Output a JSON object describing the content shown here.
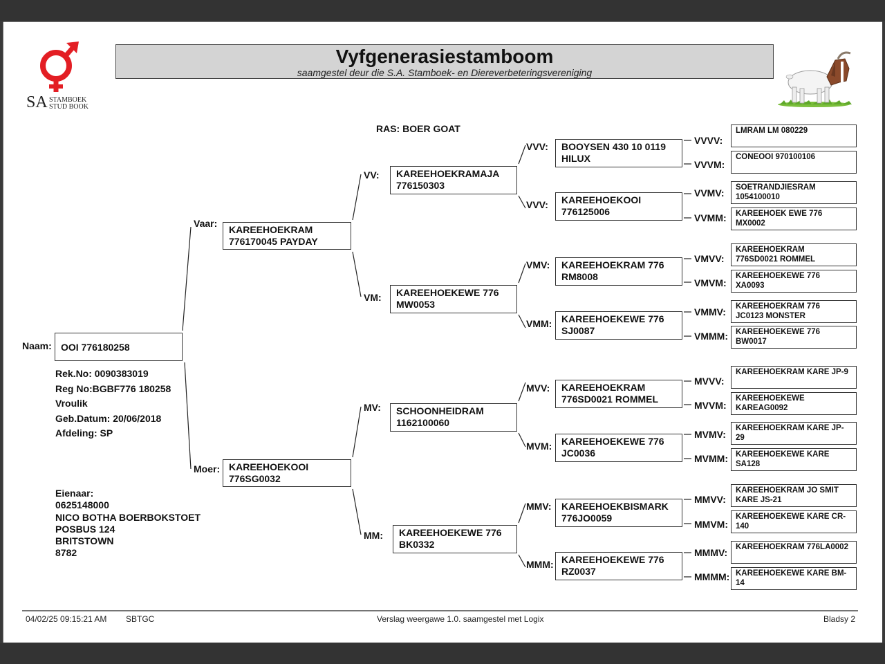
{
  "header": {
    "title": "Vyfgenerasiestamboom",
    "subtitle": "saamgestel deur die S.A. Stamboek- en Diereverbeteringsvereniging",
    "logo_letters": "SA",
    "logo_text_line1": "STAMBOEK",
    "logo_text_line2": "STUD BOOK",
    "logo_symbol": "female-male-symbol-icon",
    "goat_image": "boer-goat-illustration"
  },
  "breed": "RAS: BOER GOAT",
  "animal": {
    "name_label": "Naam:",
    "name": "OOI 776180258",
    "rek_no": "Rek.No: 0090383019",
    "reg_no": "Reg No:BGBF776 180258",
    "sex": "Vroulik",
    "birth_date": "Geb.Datum: 20/06/2018",
    "section": "Afdeling: SP"
  },
  "owner": {
    "label": "Eienaar:",
    "number": "0625148000",
    "name": "NICO BOTHA BOERBOKSTOET",
    "address1": "POSBUS 124",
    "address2": "BRITSTOWN",
    "postcode": "8782"
  },
  "pedigree": {
    "gen2": [
      {
        "label": "Vaar:",
        "name": "KAREEHOEKRAM\n776170045 PAYDAY"
      },
      {
        "label": "Moer:",
        "name": "KAREEHOEKOOI\n776SG0032"
      }
    ],
    "gen3": [
      {
        "label": "VV:",
        "name": "KAREEHOEKRAMAJA\n776150303"
      },
      {
        "label": "VM:",
        "name": "KAREEHOEKEWE 776\nMW0053"
      },
      {
        "label": "MV:",
        "name": "SCHOONHEIDRAM\n1162100060"
      },
      {
        "label": "MM:",
        "name": "KAREEHOEKEWE 776\nBK0332"
      }
    ],
    "gen4": [
      {
        "label": "VVV:",
        "name": "BOOYSEN 430 10 0119\nHILUX"
      },
      {
        "label": "VVV:",
        "name": "KAREEHOEKOOI\n776125006"
      },
      {
        "label": "VMV:",
        "name": "KAREEHOEKRAM 776\nRM8008"
      },
      {
        "label": "VMM:",
        "name": "KAREEHOEKEWE 776\nSJ0087"
      },
      {
        "label": "MVV:",
        "name": "KAREEHOEKRAM\n776SD0021 ROMMEL"
      },
      {
        "label": "MVM:",
        "name": "KAREEHOEKEWE 776\nJC0036"
      },
      {
        "label": "MMV:",
        "name": "KAREEHOEKBISMARK\n776JO0059"
      },
      {
        "label": "MMM:",
        "name": "KAREEHOEKEWE 776\nRZ0037"
      }
    ],
    "gen5": [
      {
        "label": "VVVV:",
        "name": "LMRAM LM 080229"
      },
      {
        "label": "VVVM:",
        "name": "CONEOOI 970100106"
      },
      {
        "label": "VVMV:",
        "name": "SOETRANDJIESRAM\n1054100010"
      },
      {
        "label": "VVMM:",
        "name": "KAREEHOEK EWE 776\nMX0002"
      },
      {
        "label": "VMVV:",
        "name": "KAREEHOEKRAM\n776SD0021 ROMMEL"
      },
      {
        "label": "VMVM:",
        "name": "KAREEHOEKEWE 776\nXA0093"
      },
      {
        "label": "VMMV:",
        "name": "KAREEHOEKRAM 776\nJC0123 MONSTER"
      },
      {
        "label": "VMMM:",
        "name": "KAREEHOEKEWE 776 BW0017"
      },
      {
        "label": "MVVV:",
        "name": "KAREEHOEKRAM KARE JP-9"
      },
      {
        "label": "MVVM:",
        "name": "KAREEHOEKEWE\nKAREAG0092"
      },
      {
        "label": "MVMV:",
        "name": "KAREEHOEKRAM KARE JP-\n29"
      },
      {
        "label": "MVMM:",
        "name": "KAREEHOEKEWE KARE\nSA128"
      },
      {
        "label": "MMVV:",
        "name": "KAREEHOEKRAM JO SMIT\nKARE JS-21"
      },
      {
        "label": "MMVM:",
        "name": "KAREEHOEKEWE KARE CR-\n140"
      },
      {
        "label": "MMMV:",
        "name": "KAREEHOEKRAM 776LA0002"
      },
      {
        "label": "MMMM:",
        "name": "KAREEHOEKEWE KARE BM-\n14"
      }
    ]
  },
  "footer": {
    "datetime": "04/02/25 09:15:21 AM",
    "code": "SBTGC",
    "version": "Verslag weergawe 1.0. saamgestel met Logix",
    "page": "Bladsy 2"
  },
  "colors": {
    "banner_bg": "#d4d4d4",
    "logo_red": "#e31e24",
    "dark_bar": "#333333"
  }
}
